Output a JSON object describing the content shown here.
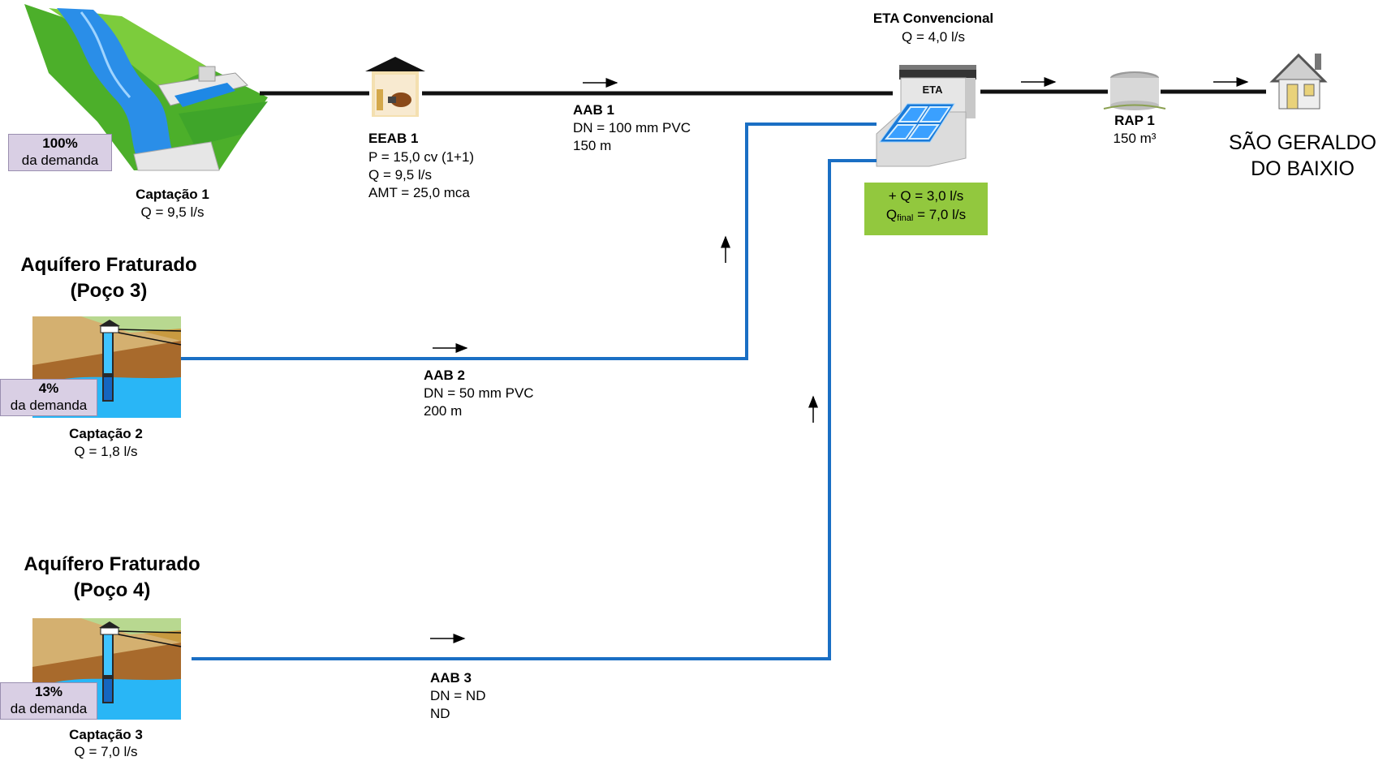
{
  "colors": {
    "main_pipe": "#111111",
    "well_pipe": "#1a6fc4",
    "demand_box": "#d9cfe4",
    "highlight_box": "#92c83e",
    "grass": "#4caf2a",
    "water": "#2a8ee8"
  },
  "captacao1": {
    "name": "Captação 1",
    "flow": "Q = 9,5 l/s",
    "demand_pct": "100%",
    "demand_label": "da demanda",
    "icon": "river-intake-icon"
  },
  "eeab1": {
    "name": "EEAB 1",
    "power": "P = 15,0 cv (1+1)",
    "flow": "Q = 9,5 l/s",
    "amt": "AMT = 25,0 mca",
    "icon": "pump-station-icon"
  },
  "aab1": {
    "name": "AAB 1",
    "dn": "DN = 100 mm PVC",
    "length": "150 m"
  },
  "eta": {
    "name": "ETA Convencional",
    "flow": "Q = 4,0 l/s",
    "icon_label": "ETA",
    "extra_flow": "+ Q = 3,0 l/s",
    "final_prefix": "Q",
    "final_sub": "final",
    "final_value": " = 7,0 l/s",
    "icon": "treatment-plant-icon"
  },
  "rap1": {
    "name": "RAP 1",
    "volume": "150 m³",
    "icon": "reservoir-icon"
  },
  "city": {
    "line1": "SÃO GERALDO",
    "line2": "DO BAIXIO",
    "icon": "house-icon"
  },
  "well3": {
    "title_line1": "Aquífero Fraturado",
    "title_line2": "(Poço 3)",
    "demand_pct": "4%",
    "demand_label": "da demanda",
    "captacao": "Captação 2",
    "flow": "Q = 1,8 l/s",
    "icon": "well-icon"
  },
  "aab2": {
    "name": "AAB 2",
    "dn": "DN = 50 mm PVC",
    "length": "200 m"
  },
  "well4": {
    "title_line1": "Aquífero Fraturado",
    "title_line2": "(Poço 4)",
    "demand_pct": "13%",
    "demand_label": "da demanda",
    "captacao": "Captação 3",
    "flow": "Q = 7,0 l/s",
    "icon": "well-icon"
  },
  "aab3": {
    "name": "AAB 3",
    "dn": "DN = ND",
    "length": "ND"
  }
}
